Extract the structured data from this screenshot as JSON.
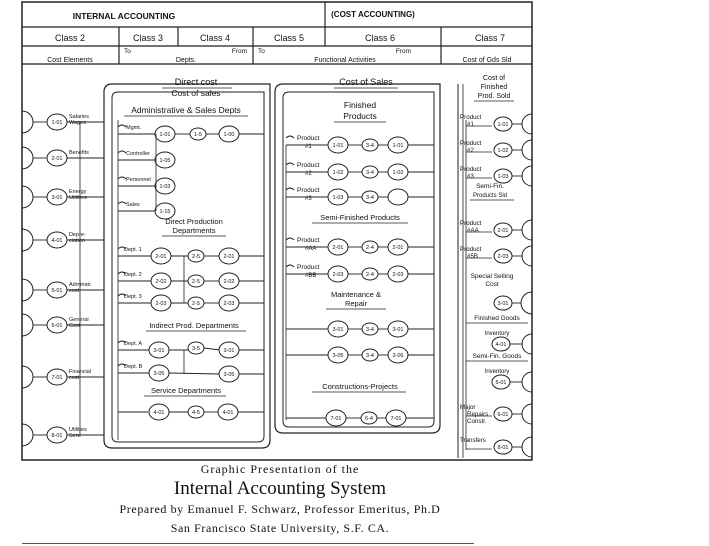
{
  "header": {
    "title": "INTERNAL ACCOUNTING",
    "subtitle": "(COST ACCOUNTING)",
    "classes": [
      "Class 2",
      "Class 3",
      "Class 4",
      "Class 5",
      "Class 6",
      "Class 7"
    ],
    "sub": {
      "to": "To",
      "from": "From",
      "cost_elements": "Cost Elements",
      "depts": "Depts.",
      "functional": "Functional Activities",
      "cost_gds": "Cost of Gds Sld"
    }
  },
  "class2": {
    "items": [
      {
        "code": "1-01",
        "label": [
          "Salaries",
          "Wages"
        ]
      },
      {
        "code": "2-01",
        "label": [
          "Benefits"
        ]
      },
      {
        "code": "3-01",
        "label": [
          "Energy",
          "Utilities"
        ]
      },
      {
        "code": "4-01",
        "label": [
          "Depre-",
          "ciation"
        ]
      },
      {
        "code": "5-01",
        "label": [
          "Adminstr.",
          "cost"
        ]
      },
      {
        "code": "6-01",
        "label": [
          "General",
          "Cost"
        ]
      },
      {
        "code": "7-01",
        "label": [
          "Financial",
          "cost"
        ]
      },
      {
        "code": "8-01",
        "label": [
          "Utilities",
          "Serv."
        ]
      }
    ]
  },
  "class34": {
    "direct_cost": "Direct cost",
    "cost_of_sales": "Cost of sales",
    "admin_title": "Administrative & Sales Depts",
    "admin": [
      {
        "label": "Mgmt.",
        "codes": [
          "1-01",
          "1-5",
          "1-00"
        ]
      },
      {
        "label": "Controller",
        "codes": [
          "1-05"
        ]
      },
      {
        "label": "Personnel",
        "codes": [
          "1-03"
        ]
      },
      {
        "label": "Sales",
        "codes": [
          "1-15"
        ]
      }
    ],
    "direct_prod_title": [
      "Direct Production",
      "Departments"
    ],
    "direct_prod": [
      {
        "label": "Dept. 1",
        "codes": [
          "2-01",
          "2-5",
          "2-01"
        ]
      },
      {
        "label": "Dept. 2",
        "codes": [
          "2-02",
          "2-5",
          "2-02"
        ]
      },
      {
        "label": "Dept. 3",
        "codes": [
          "2-03",
          "2-5",
          "2-03"
        ]
      }
    ],
    "indirect_title": "Indirect Prod. Departments",
    "indirect": [
      {
        "label": "Dept. A",
        "codes": [
          "3-01",
          "3-5",
          "3-01"
        ]
      },
      {
        "label": "Dept. B",
        "codes": [
          "3-05",
          "3-05"
        ]
      }
    ],
    "service_title": "Service Departments",
    "service_codes": [
      "4-01",
      "4-5",
      "4-01"
    ]
  },
  "class6": {
    "title": "Cost of Sales",
    "finished_title": [
      "Finished",
      "Products"
    ],
    "finished": [
      {
        "label": [
          "Product",
          "#1"
        ],
        "codes": [
          "1-01",
          "3-4",
          "1-01"
        ]
      },
      {
        "label": [
          "Product",
          "#2"
        ],
        "codes": [
          "1-02",
          "3-4",
          "1-02"
        ]
      },
      {
        "label": [
          "Product",
          "#3"
        ],
        "codes": [
          "1-03",
          "3-4",
          ""
        ]
      }
    ],
    "semi_title": "Semi-Finished Products",
    "semi": [
      {
        "label": [
          "Product",
          "#AA"
        ],
        "codes": [
          "2-01",
          "2-4",
          "2-01"
        ]
      },
      {
        "label": [
          "Product",
          "#BB"
        ],
        "codes": [
          "2-03",
          "2-4",
          "2-03"
        ]
      }
    ],
    "maint_title": [
      "Maintenance &",
      "Repair"
    ],
    "maint": [
      {
        "codes": [
          "3-01",
          "3-4",
          "3-01"
        ]
      },
      {
        "codes": [
          "3-05",
          "3-4",
          "3-06"
        ]
      }
    ],
    "construction_title": "Constructions-Projects",
    "construction_codes": [
      "7-01",
      "6-4",
      "7-01"
    ]
  },
  "class7": {
    "cost_title": [
      "Cost of",
      "Finished",
      "Prod. Sold"
    ],
    "items": [
      {
        "label": [
          "Product",
          "#1"
        ],
        "code": "1-01"
      },
      {
        "label": [
          "Product",
          "#2"
        ],
        "code": "1-02"
      },
      {
        "label": [
          "Product",
          "#3"
        ],
        "code": "1-03"
      },
      {
        "label": [
          "Semi-Fin.",
          "Products Sld"
        ],
        "code": ""
      },
      {
        "label": [
          "Product",
          "#AA"
        ],
        "code": "2-01"
      },
      {
        "label": [
          "Product",
          "#5B"
        ],
        "code": "2-03"
      },
      {
        "label": [
          "Special Selling",
          "Cost"
        ],
        "code": "3-01"
      },
      {
        "label": [
          "Finished Goods",
          "Inventory"
        ],
        "code": "4-01"
      },
      {
        "label": [
          "Semi-Fin. Goods",
          "Inventory"
        ],
        "code": "5-01"
      },
      {
        "label": [
          "Major",
          "Repairs",
          "Constr."
        ],
        "code": "6-01"
      },
      {
        "label": [
          "Transfers"
        ],
        "code": "8-01"
      }
    ]
  },
  "caption": {
    "line1": "Graphic Presentation of the",
    "line2": "Internal Accounting System",
    "line3": "Prepared by Emanuel F. Schwarz, Professor Emeritus,  Ph.D",
    "line4": "San Francisco State University, S.F.  CA."
  }
}
